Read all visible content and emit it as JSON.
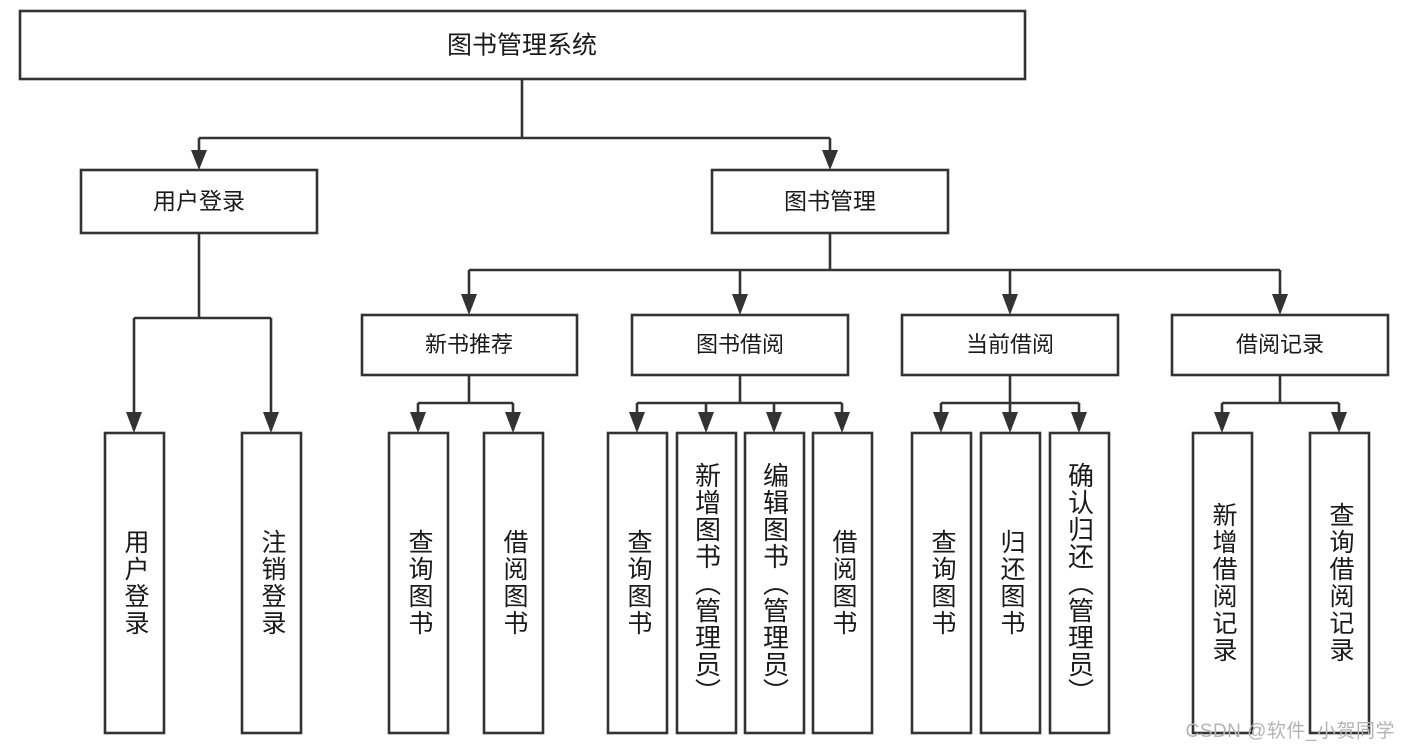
{
  "diagram": {
    "title": "图书管理系统",
    "type": "tree-hierarchy-chart",
    "root": {
      "label": "图书管理系统"
    },
    "level2": [
      {
        "label": "用户登录"
      },
      {
        "label": "图书管理"
      }
    ],
    "level3": [
      {
        "label": "新书推荐"
      },
      {
        "label": "图书借阅"
      },
      {
        "label": "当前借阅"
      },
      {
        "label": "借阅记录"
      }
    ],
    "leaves": {
      "user_login": [
        {
          "label": "用户登录"
        },
        {
          "label": "注销登录"
        }
      ],
      "new_book_recommend": [
        {
          "label": "查询图书"
        },
        {
          "label": "借阅图书"
        }
      ],
      "book_borrow": [
        {
          "label": "查询图书"
        },
        {
          "label": "新增图书（管理员）"
        },
        {
          "label": "编辑图书（管理员）"
        },
        {
          "label": "借阅图书"
        }
      ],
      "current_borrow": [
        {
          "label": "查询图书"
        },
        {
          "label": "归还图书"
        },
        {
          "label": "确认归还（管理员）"
        }
      ],
      "borrow_record": [
        {
          "label": "新增借阅记录"
        },
        {
          "label": "查询借阅记录"
        }
      ]
    }
  },
  "watermark": {
    "text": "CSDN @软件_小贺同学"
  },
  "colors": {
    "stroke": "#333333",
    "box_fill": "#ffffff",
    "text": "#1a1a1a",
    "watermark": "#b4b4b4",
    "background": "#ffffff"
  }
}
